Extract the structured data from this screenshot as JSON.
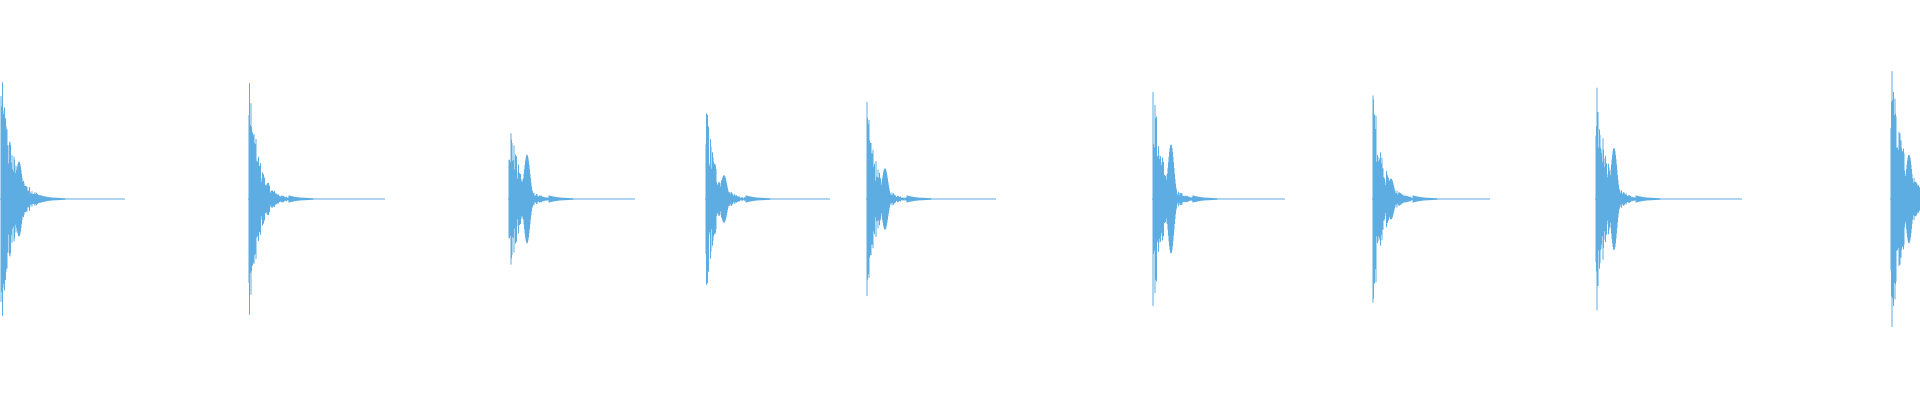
{
  "waveform": {
    "color": "#5dade2",
    "background": "#ffffff",
    "clips": [
      {
        "peak": 0.78,
        "decay": 0.92,
        "secondary": 0.22
      },
      {
        "peak": 0.74,
        "decay": 0.9,
        "secondary": 0.08
      },
      {
        "peak": 0.56,
        "decay": 0.9,
        "secondary": 0.26
      },
      {
        "peak": 0.6,
        "decay": 0.9,
        "secondary": 0.14
      },
      {
        "peak": 0.58,
        "decay": 0.9,
        "secondary": 0.18
      },
      {
        "peak": 0.72,
        "decay": 0.9,
        "secondary": 0.32
      },
      {
        "peak": 0.7,
        "decay": 0.9,
        "secondary": 0.12
      },
      {
        "peak": 0.78,
        "decay": 0.9,
        "secondary": 0.3
      },
      {
        "peak": 0.86,
        "decay": 0.92,
        "secondary": 0.26
      }
    ]
  }
}
